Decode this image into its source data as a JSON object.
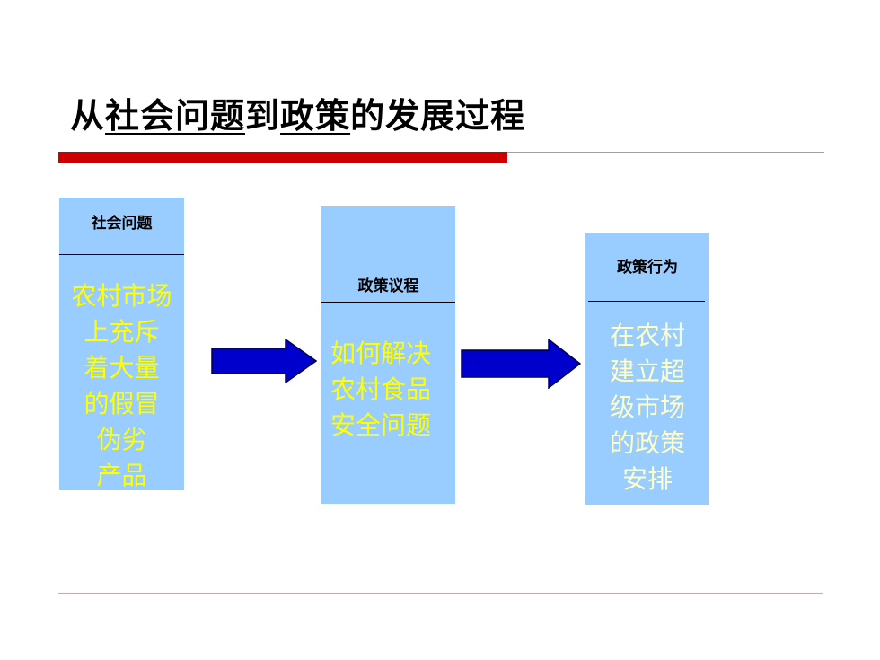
{
  "title": {
    "part1": "从",
    "part2": "社会问题",
    "part3": "到",
    "part4": "政策",
    "part5": "的发展过程"
  },
  "boxes": [
    {
      "head": "社会问题",
      "body": "农村市场\n上充斥\n着大量\n的假冒\n伪劣\n产品"
    },
    {
      "head": "政策议程",
      "body": "如何解决\n农村食品\n安全问题"
    },
    {
      "head": "政策行为",
      "body": "在农村\n建立超\n级市场\n的政策\n安排"
    }
  ],
  "colors": {
    "box_fill": "#99ccff",
    "body_text": "#ffff00",
    "arrow_fill": "#0000cc",
    "accent_red": "#cc0000"
  }
}
